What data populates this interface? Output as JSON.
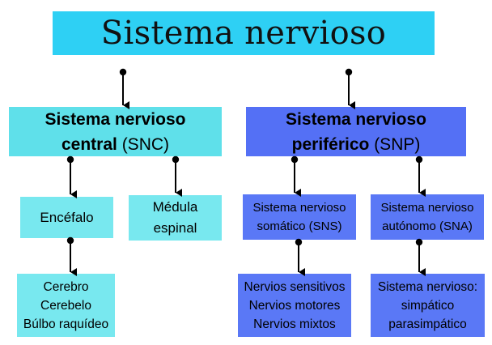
{
  "title": "Sistema nervioso",
  "branches": [
    {
      "name_bold_line1": "Sistema nervioso",
      "name_bold_line2": "central",
      "abbr": "(SNC)",
      "children": [
        {
          "label": "Encéfalo",
          "leaves": [
            "Cerebro",
            "Cerebelo",
            "Búlbo raquídeo"
          ]
        },
        {
          "label_line1": "Médula",
          "label_line2": "espinal"
        }
      ]
    },
    {
      "name_bold_line1": "Sistema nervioso",
      "name_bold_line2": "periférico",
      "abbr": "(SNP)",
      "children": [
        {
          "label_line1": "Sistema nervioso",
          "label_line2": "somático (SNS)",
          "leaves": [
            "Nervios sensitivos",
            "Nervios motores",
            "Nervios mixtos"
          ]
        },
        {
          "label_line1": "Sistema nervioso",
          "label_line2": "autónomo (SNA)",
          "leaves": [
            "Sistema nervioso:",
            "simpático",
            "parasimpático"
          ]
        }
      ]
    }
  ],
  "colors": {
    "title_bg": "#2ed0f4",
    "snc_bg": "#5fe0ea",
    "snp_bg": "#5470f5",
    "arrow": "#000000"
  }
}
